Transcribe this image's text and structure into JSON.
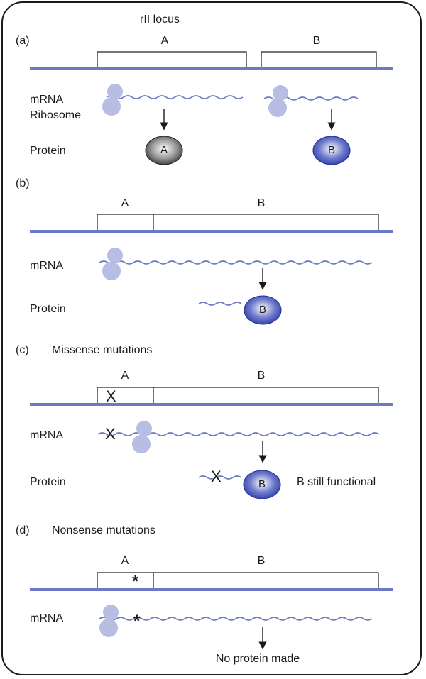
{
  "locus_title": "rII locus",
  "panels": [
    {
      "id": "a",
      "letter": "(a)",
      "title": "",
      "gene_a": "A",
      "gene_b": "B",
      "row_labels": [
        "mRNA",
        "Ribosome",
        "Protein"
      ],
      "protein_a": "A",
      "protein_b": "B"
    },
    {
      "id": "b",
      "letter": "(b)",
      "gene_a": "A",
      "gene_b": "B",
      "row_labels": [
        "mRNA",
        "Protein"
      ],
      "protein_b": "B"
    },
    {
      "id": "c",
      "letter": "(c)",
      "title": "Missense mutations",
      "gene_a": "A",
      "gene_b": "B",
      "row_labels": [
        "mRNA",
        "Protein"
      ],
      "mutation_mark": "X",
      "protein_b": "B",
      "note": "B still functional"
    },
    {
      "id": "d",
      "letter": "(d)",
      "title": "Nonsense mutations",
      "gene_a": "A",
      "gene_b": "B",
      "row_labels": [
        "mRNA"
      ],
      "mutation_mark": "*",
      "note": "No protein made"
    }
  ],
  "colors": {
    "dna_bar": "#6b7ac4",
    "mrna": "#6b7ac4",
    "ribosome": "#b8bde3",
    "protein_b": "#3e4fb5",
    "protein_a": "#555555",
    "frame": "#1a1a1a"
  }
}
